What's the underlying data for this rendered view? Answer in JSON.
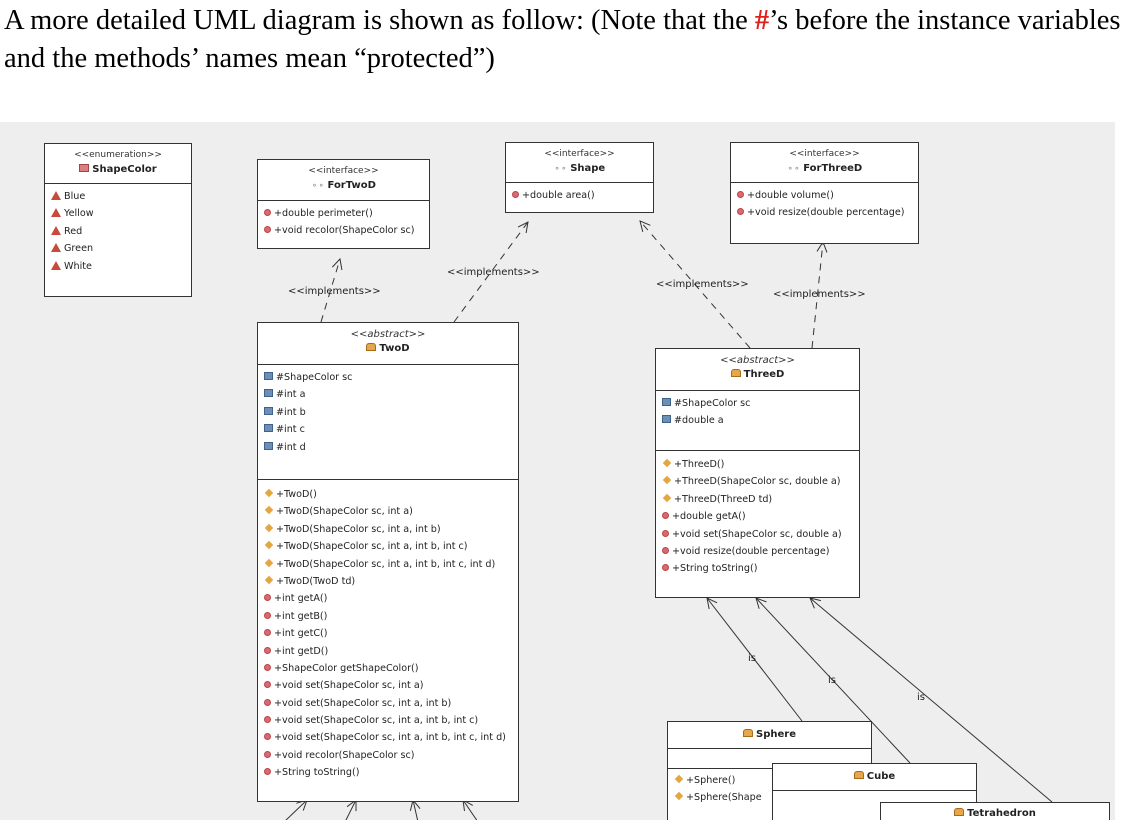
{
  "intro": {
    "part1": "A more detailed UML diagram is shown as follow: (Note that the ",
    "hash": "#",
    "part2": "’s before the instance variables and the methods’ names mean “protected”)"
  },
  "colors": {
    "canvas": "#eeeeee",
    "box_border": "#333333",
    "hash": "#e0201b"
  },
  "stereotypes": {
    "enumeration": "<<enumeration>>",
    "interface": "<<interface>>",
    "abstract": "<<abstract>>",
    "implements": "<<implements>>",
    "is": "is"
  },
  "shape_color": {
    "name": "ShapeColor",
    "values": [
      "Blue",
      "Yellow",
      "Red",
      "Green",
      "White"
    ]
  },
  "for_two_d": {
    "name": "ForTwoD",
    "methods": [
      "+double perimeter()",
      "+void recolor(ShapeColor sc)"
    ]
  },
  "shape": {
    "name": "Shape",
    "methods": [
      "+double area()"
    ]
  },
  "for_three_d": {
    "name": "ForThreeD",
    "methods": [
      "+double volume()",
      "+void resize(double percentage)"
    ]
  },
  "two_d": {
    "name": "TwoD",
    "fields": [
      "#ShapeColor sc",
      "#int a",
      "#int b",
      "#int c",
      "#int d"
    ],
    "constructors": [
      "+TwoD()",
      "+TwoD(ShapeColor sc, int a)",
      "+TwoD(ShapeColor sc, int a, int b)",
      "+TwoD(ShapeColor sc, int a, int b, int c)",
      "+TwoD(ShapeColor sc, int a, int b, int c, int d)",
      "+TwoD(TwoD td)"
    ],
    "methods": [
      "+int getA()",
      "+int getB()",
      "+int getC()",
      "+int getD()",
      "+ShapeColor getShapeColor()",
      "+void set(ShapeColor sc, int a)",
      "+void set(ShapeColor sc, int a, int b)",
      "+void set(ShapeColor sc, int a, int b, int c)",
      "+void set(ShapeColor sc, int a, int b, int c, int d)",
      "+void recolor(ShapeColor sc)",
      "+String toString()"
    ]
  },
  "three_d": {
    "name": "ThreeD",
    "fields": [
      "#ShapeColor sc",
      "#double a"
    ],
    "constructors": [
      "+ThreeD()",
      "+ThreeD(ShapeColor sc, double a)",
      "+ThreeD(ThreeD td)"
    ],
    "methods": [
      "+double getA()",
      "+void set(ShapeColor sc, double a)",
      "+void resize(double percentage)",
      "+String toString()"
    ]
  },
  "sphere": {
    "name": "Sphere",
    "constructors": [
      "+Sphere()",
      "+Sphere(Shape"
    ]
  },
  "cube": {
    "name": "Cube"
  },
  "tetrahedron": {
    "name": "Tetrahedron"
  }
}
